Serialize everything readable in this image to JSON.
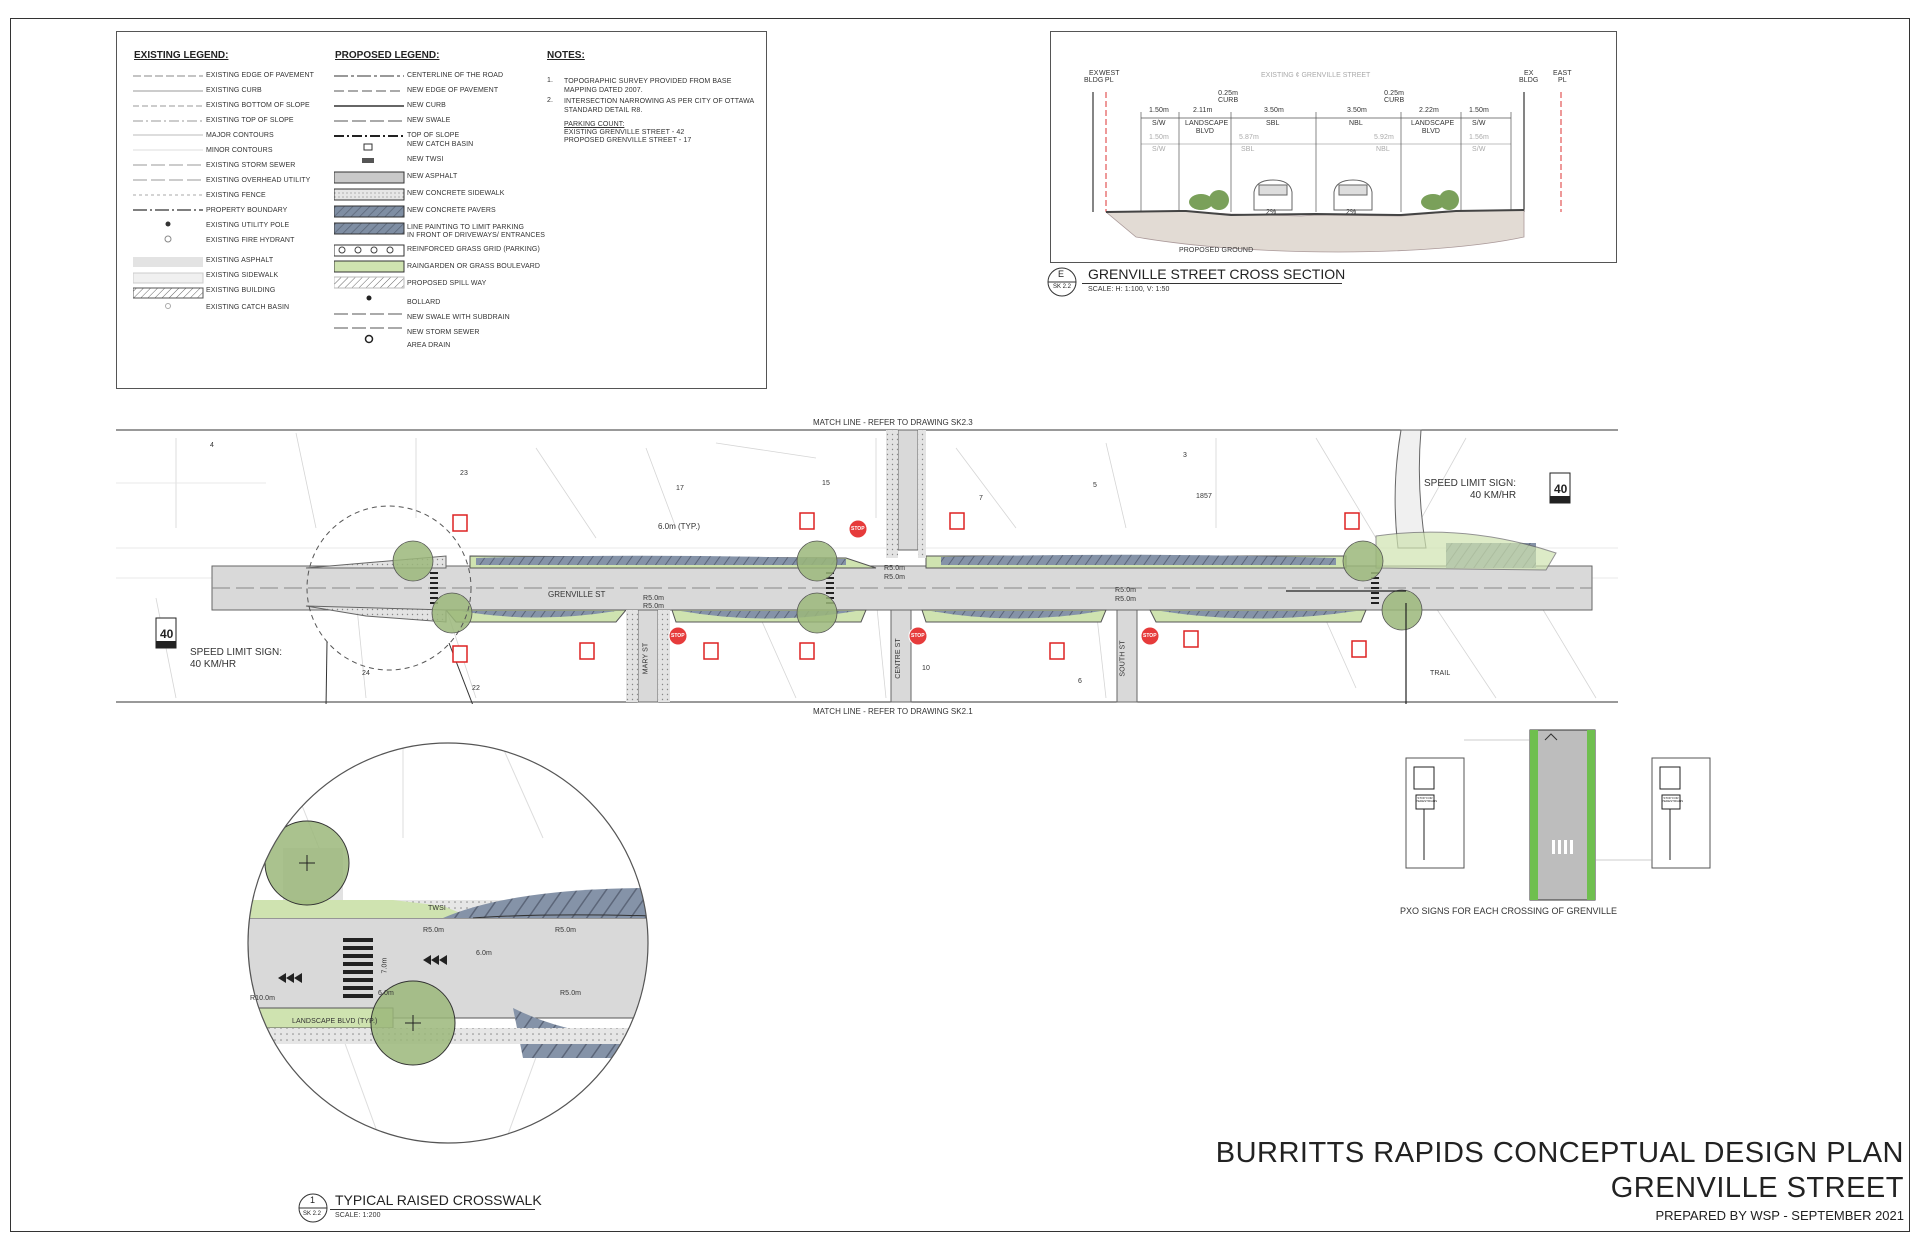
{
  "title_block": {
    "line1": "BURRITTS RAPIDS CONCEPTUAL DESIGN PLAN",
    "line2": "GRENVILLE STREET",
    "line3": "PREPARED BY WSP - SEPTEMBER 2021"
  },
  "existing_legend": {
    "title": "EXISTING LEGEND:",
    "items": [
      "EXISTING EDGE OF PAVEMENT",
      "EXISTING CURB",
      "EXISTING BOTTOM OF SLOPE",
      "EXISTING TOP OF SLOPE",
      "MAJOR CONTOURS",
      "MINOR CONTOURS",
      "EXISTING STORM SEWER",
      "EXISTING OVERHEAD UTILITY",
      "EXISTING FENCE",
      "PROPERTY BOUNDARY",
      "EXISTING UTILITY POLE",
      "EXISTING FIRE HYDRANT",
      "EXISTING ASPHALT",
      "EXISTING SIDEWALK",
      "EXISTING BUILDING",
      "EXISTING CATCH BASIN"
    ]
  },
  "proposed_legend": {
    "title": "PROPOSED LEGEND:",
    "items": [
      "CENTERLINE OF THE ROAD",
      "NEW EDGE OF PAVEMENT",
      "NEW CURB",
      "NEW SWALE",
      "TOP OF SLOPE",
      "NEW CATCH BASIN",
      "NEW TWSI",
      "NEW  ASPHALT",
      "NEW CONCRETE SIDEWALK",
      "NEW CONCRETE PAVERS",
      "LINE PAINTING  TO LIMIT PARKING",
      "IN FRONT OF DRIVEWAYS/ ENTRANCES",
      "REINFORCED GRASS GRID (PARKING)",
      "RAINGARDEN OR GRASS BOULEVARD",
      "PROPOSED SPILL WAY",
      "BOLLARD",
      "NEW SWALE WITH SUBDRAIN",
      "NEW STORM SEWER",
      "AREA DRAIN"
    ]
  },
  "notes": {
    "title": "NOTES:",
    "n1_num": "1.",
    "n1": "TOPOGRAPHIC SURVEY PROVIDED FROM BASE MAPPING DATED 2007.",
    "n2_num": "2.",
    "n2": "INTERSECTION NARROWING AS PER CITY OF OTTAWA STANDARD DETAIL R8.",
    "parking_title": "PARKING COUNT:",
    "parking1": "EXISTING GRENVILLE STREET - 42",
    "parking2": "PROPOSED GRENVILLE STREET - 17"
  },
  "cross_section": {
    "title": "GRENVILLE STREET CROSS SECTION",
    "scale": "SCALE: H: 1:100, V: 1:50",
    "tag_letter": "E",
    "tag_sheet": "SK 2.2",
    "top_label": "EXISTING ¢ GRENVILLE STREET",
    "left_ex": "EX\nBLDG",
    "left_pl": "WEST\nPL",
    "right_ex": "EX\nBLDG",
    "right_pl": "EAST\nPL",
    "segments": [
      {
        "dim": "1.50m",
        "name": "S/W",
        "existing": "1.50m",
        "ex_name": "S/W"
      },
      {
        "dim": "2.11m",
        "name": "LANDSCAPE BLVD",
        "existing": "",
        "ex_name": ""
      },
      {
        "dim": "3.50m",
        "name": "SBL",
        "existing": "5.87m",
        "ex_name": "SBL"
      },
      {
        "dim": "3.50m",
        "name": "NBL",
        "existing": "5.92m",
        "ex_name": "NBL"
      },
      {
        "dim": "2.22m",
        "name": "LANDSCAPE BLVD",
        "existing": "",
        "ex_name": ""
      },
      {
        "dim": "1.50m",
        "name": "S/W",
        "existing": "1.56m",
        "ex_name": "S/W"
      }
    ],
    "curb_left": "0.25m\nCURB",
    "curb_right": "0.25m\nCURB",
    "slope_left": "2%",
    "slope_right": "2%",
    "ground": "PROPOSED GROUND"
  },
  "plan": {
    "match_top": "MATCH LINE - REFER TO DRAWING SK2.3",
    "match_bottom": "MATCH LINE - REFER TO DRAWING SK2.1",
    "street_name": "GRENVILLE ST",
    "streets": [
      "MARY ST",
      "CENTRE ST",
      "SOUTH ST"
    ],
    "typ_dim": "6.0m (TYP.)",
    "radii": [
      "R5.0m",
      "R5.0m",
      "R5.0m",
      "R5.0m",
      "R5.0m",
      "R5.0m"
    ],
    "speed_left_title": "SPEED LIMIT SIGN:",
    "speed_left_value": "40 KM/HR",
    "speed_right_title": "SPEED LIMIT SIGN:",
    "speed_right_value": "40 KM/HR",
    "speed_number": "40",
    "stop_text": "STOP",
    "trail": "TRAIL",
    "parcels": [
      "4",
      "23",
      "17",
      "15",
      "7",
      "5",
      "3",
      "1857",
      "24",
      "22",
      "6",
      "10"
    ]
  },
  "detail": {
    "tag_number": "1",
    "tag_sheet": "SK 2.2",
    "title": "TYPICAL RAISED CROSSWALK",
    "scale": "SCALE: 1:200",
    "labels": [
      "R5.0m",
      "R5.0m",
      "6.0m",
      "7.0m",
      "6.0m",
      "R10.0m",
      "LANDSCAPE BLVD (TYP.)",
      "TWSI",
      "R5.0m"
    ]
  },
  "pxo": {
    "caption": "PXO SIGNS FOR EACH CROSSING OF GRENVILLE",
    "sign_text": "STOP FOR PEDESTRIANS"
  },
  "colors": {
    "green": "#cfe3b0",
    "tree": "#9bb77a",
    "pavers": "#7f8ea3",
    "asphalt": "#d9d9d9",
    "stop": "#e63b3b"
  }
}
